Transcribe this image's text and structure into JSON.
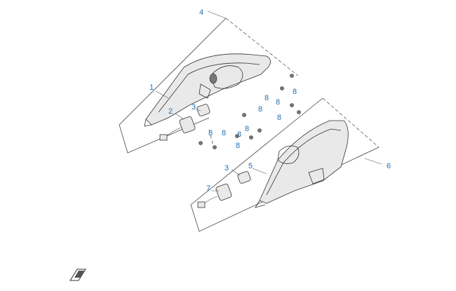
{
  "diagram": {
    "callouts": [
      {
        "id": "c4",
        "label": "4"
      },
      {
        "id": "c1",
        "label": "1"
      },
      {
        "id": "c3a",
        "label": "3"
      },
      {
        "id": "c2",
        "label": "2"
      },
      {
        "id": "c8a",
        "label": "8"
      },
      {
        "id": "c8b",
        "label": "8"
      },
      {
        "id": "c8c",
        "label": "8"
      },
      {
        "id": "c8d",
        "label": "8"
      },
      {
        "id": "c8e",
        "label": "8"
      },
      {
        "id": "c8f",
        "label": "8"
      },
      {
        "id": "c8g",
        "label": "8"
      },
      {
        "id": "c8h",
        "label": "8"
      },
      {
        "id": "c8i",
        "label": "8"
      },
      {
        "id": "c8j",
        "label": "8"
      },
      {
        "id": "c5",
        "label": "5"
      },
      {
        "id": "c3b",
        "label": "3"
      },
      {
        "id": "c7",
        "label": "7"
      },
      {
        "id": "c6",
        "label": "6"
      }
    ],
    "colors": {
      "callout": "#1f6fb5",
      "line": "#333333"
    },
    "icons": {
      "front_indicator": "arrow-front-icon"
    }
  }
}
